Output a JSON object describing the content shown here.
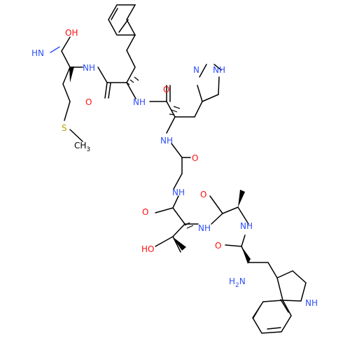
{
  "structure": {
    "colors": {
      "bond": "#000000",
      "oxygen": "#ff0d0d",
      "nitrogen": "#3050f8",
      "sulfur": "#b2a400",
      "hash": "#000000"
    },
    "atoms": [
      {
        "id": "o_terminal",
        "label": "OH",
        "sub": "",
        "color": "oxygen"
      },
      {
        "id": "n_imine",
        "label": "HN",
        "sub": "",
        "color": "nitrogen"
      },
      {
        "id": "n_met",
        "label": "NH",
        "sub": "",
        "color": "nitrogen"
      },
      {
        "id": "s_met",
        "label": "S",
        "sub": "",
        "color": "sulfur"
      },
      {
        "id": "c_methyl",
        "label": "CH",
        "sub": "3",
        "color": "bond"
      },
      {
        "id": "o_phe",
        "label": "O",
        "sub": "",
        "color": "oxygen"
      },
      {
        "id": "n_phe",
        "label": "NH",
        "sub": "",
        "color": "nitrogen"
      },
      {
        "id": "o_his",
        "label": "O",
        "sub": "",
        "color": "oxygen"
      },
      {
        "id": "n_his_ring",
        "label": "N",
        "sub": "",
        "color": "nitrogen"
      },
      {
        "id": "nh_his_ring",
        "label": "NH",
        "sub": "",
        "color": "nitrogen"
      },
      {
        "id": "n_his",
        "label": "NH",
        "sub": "",
        "color": "nitrogen"
      },
      {
        "id": "o_gly",
        "label": "O",
        "sub": "",
        "color": "oxygen"
      },
      {
        "id": "n_gly",
        "label": "NH",
        "sub": "",
        "color": "nitrogen"
      },
      {
        "id": "o_thr",
        "label": "O",
        "sub": "",
        "color": "oxygen"
      },
      {
        "id": "o_ala",
        "label": "O",
        "sub": "",
        "color": "oxygen"
      },
      {
        "id": "n_thr",
        "label": "NH",
        "sub": "",
        "color": "nitrogen"
      },
      {
        "id": "n_ala",
        "label": "NH",
        "sub": "",
        "color": "nitrogen"
      },
      {
        "id": "o_hydroxyl",
        "label": "HO",
        "sub": "",
        "color": "oxygen"
      },
      {
        "id": "o_trp",
        "label": "O",
        "sub": "",
        "color": "oxygen"
      },
      {
        "id": "n_amine",
        "label": "H",
        "sub": "2",
        "tail": "N",
        "color": "nitrogen"
      },
      {
        "id": "nh_indole",
        "label": "NH",
        "sub": "",
        "color": "nitrogen"
      }
    ]
  }
}
